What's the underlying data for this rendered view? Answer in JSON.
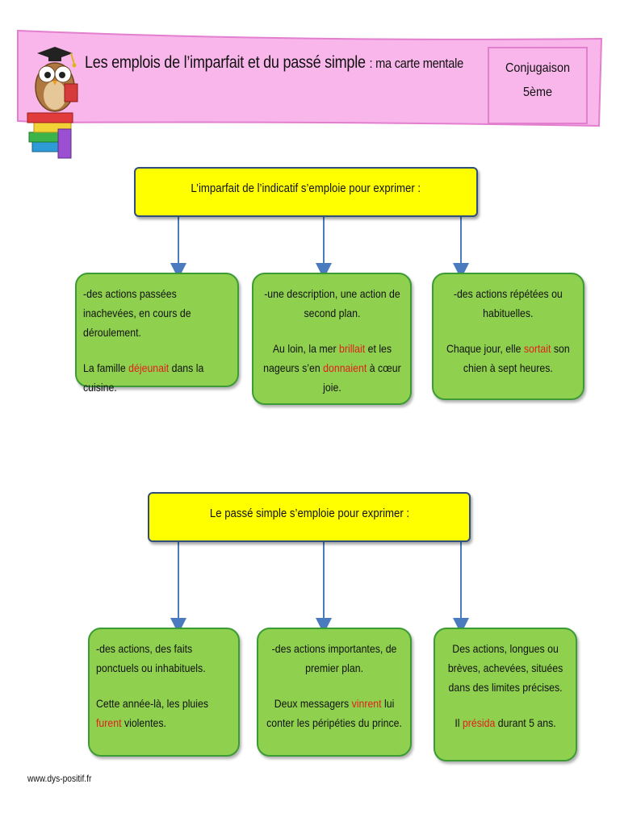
{
  "header": {
    "title_main": "Les emplois de l’imparfait et du passé simple",
    "title_sub": ": ma carte mentale",
    "tag_line1": "Conjugaison",
    "tag_line2": "5ème"
  },
  "imparfait": {
    "heading": "L’imparfait de l’indicatif s’emploie pour exprimer :",
    "boxes": [
      {
        "rule": "-des actions passées inachevées, en cours de déroulement.",
        "ex_before": "La famille ",
        "ex_verb": "déjeunait",
        "ex_after": " dans la cuisine."
      },
      {
        "rule": "-une description, une action de second plan.",
        "ex_before": "Au loin, la mer ",
        "ex_verb": "brillait",
        "ex_mid": " et les nageurs s’en ",
        "ex_verb2": "donnaient",
        "ex_after": " à cœur joie."
      },
      {
        "rule": "-des actions répétées ou habituelles.",
        "ex_before": "Chaque jour, elle ",
        "ex_verb": "sortait",
        "ex_after": " son chien à sept heures."
      }
    ]
  },
  "passe_simple": {
    "heading": "Le passé simple s’emploie pour exprimer :",
    "boxes": [
      {
        "rule": "-des actions, des faits ponctuels ou inhabituels.",
        "ex_before": "Cette année-là, les pluies ",
        "ex_verb": "furent",
        "ex_after": " violentes."
      },
      {
        "rule": "-des actions importantes, de premier plan.",
        "ex_before": "Deux messagers ",
        "ex_verb": "vinrent",
        "ex_after": " lui conter les péripéties du prince."
      },
      {
        "rule": "Des actions, longues ou brèves, achevées, situées dans des limites précises.",
        "ex_before": "Il ",
        "ex_verb": "présida",
        "ex_after": " durant 5 ans."
      }
    ]
  },
  "footer": {
    "site": "www.dys-positif.fr"
  },
  "colors": {
    "banner": "#f8b6ea",
    "heading_box": "#ffff00",
    "example_box": "#8fd14f",
    "verb_highlight": "#e0201a",
    "arrow": "#4a7bbf"
  }
}
